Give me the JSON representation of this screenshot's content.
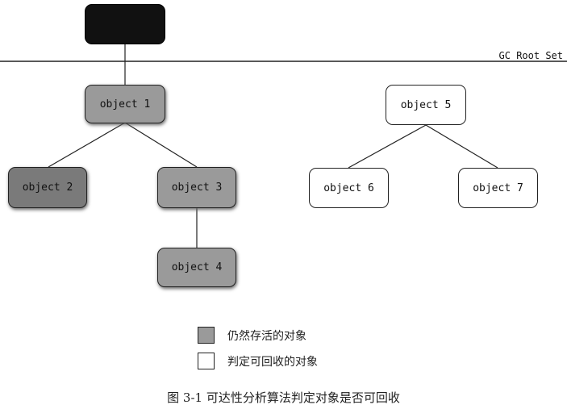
{
  "gc_root_set_label": "GC Root Set",
  "nodes": {
    "object1": "object 1",
    "object2": "object 2",
    "object3": "object 3",
    "object4": "object 4",
    "object5": "object 5",
    "object6": "object 6",
    "object7": "object 7"
  },
  "legend": {
    "live": "仍然存活的对象",
    "collectable": "判定可回收的对象"
  },
  "caption": "图 3-1  可达性分析算法判定对象是否可回收",
  "colors": {
    "live": "#9a9a9a",
    "collectable": "#ffffff",
    "root": "#111111"
  }
}
